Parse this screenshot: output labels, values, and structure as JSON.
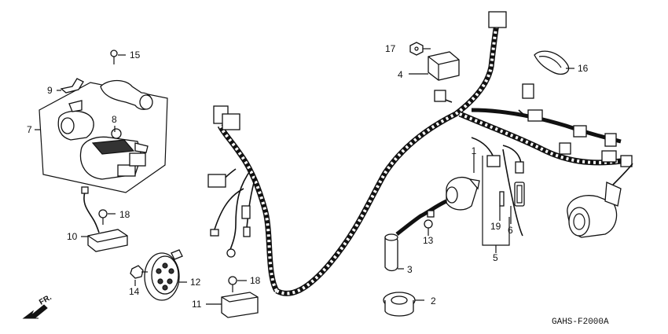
{
  "callouts": {
    "c1": "1",
    "c2": "2",
    "c3": "3",
    "c4": "4",
    "c5": "5",
    "c6": "6",
    "c7": "7",
    "c8": "8",
    "c9": "9",
    "c10": "10",
    "c11": "11",
    "c12": "12",
    "c13": "13",
    "c14": "14",
    "c15": "15",
    "c16": "16",
    "c17": "17",
    "c18a": "18",
    "c18b": "18",
    "c18c": "18",
    "c19": "19"
  },
  "direction_label": "FR.",
  "diagram_code": "GAHS-F2000A"
}
